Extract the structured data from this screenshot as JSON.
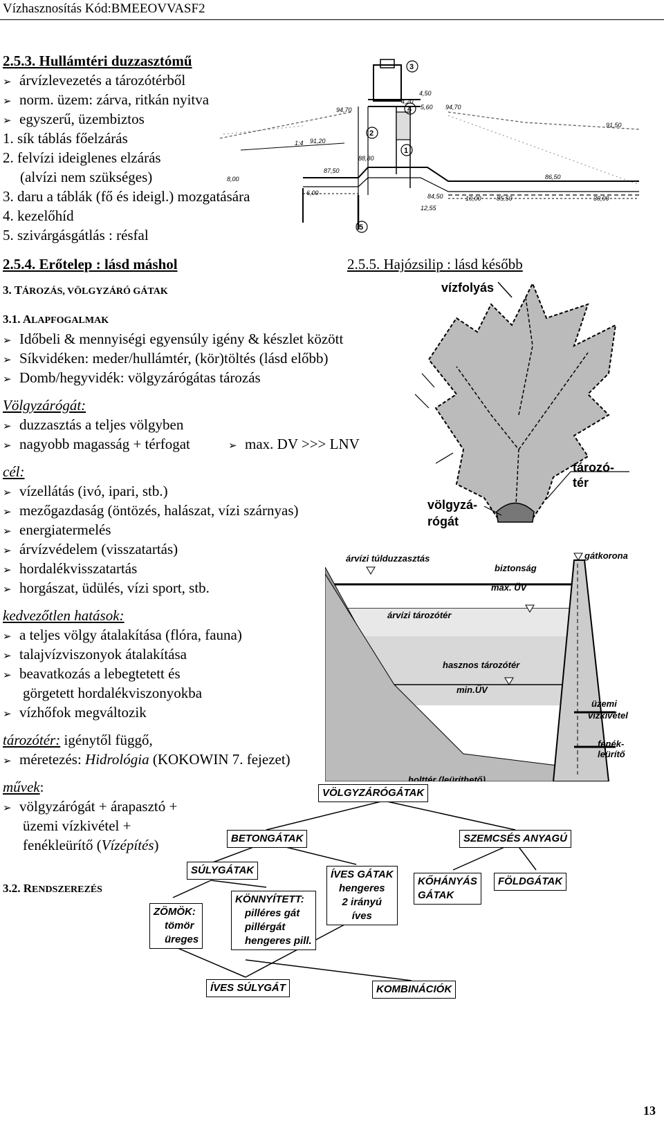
{
  "header": {
    "title": "Vízhasznosítás  Kód:BMEEOVVASF2"
  },
  "s253": {
    "heading": "2.5.3. Hullámtéri duzzasztómű",
    "bullets": [
      "árvízlevezetés a tározótérből",
      "norm. üzem: zárva, ritkán nyitva",
      "egyszerű, üzembiztos"
    ],
    "numbered": [
      "1. sík táblás főelzárás",
      "2. felvízi ideiglenes elzárás",
      "(alvízi nem szükséges)",
      "3. daru a táblák (fő és ideigl.) mozgatására",
      "4. kezelőhíd",
      "5. szivárgásgátlás : résfal"
    ]
  },
  "s254": {
    "heading": "2.5.4. Erőtelep : lásd máshol"
  },
  "s255": {
    "heading": "2.5.5. Hajózsilip : lásd később"
  },
  "s3": {
    "num": "3. ",
    "big": "T",
    "rest": "ÁROZÁS, VÖLGYZÁRÓ GÁTAK"
  },
  "s31": {
    "num": "3.1. ",
    "big": "A",
    "rest": "LAPFOGALMAK",
    "bullets": [
      "Időbeli & mennyiségi egyensúly igény & készlet között",
      "Síkvidéken: meder/hullámtér, (kör)töltés (lásd előbb)",
      "Domb/hegyvidék: völgyzárógátas tározás"
    ]
  },
  "volgyzarogat": {
    "label": "Völgyzárógát:",
    "bullets": [
      "duzzasztás a teljes völgyben",
      "nagyobb magasság + térfogat"
    ],
    "extra": "max. DV  >>> LNV"
  },
  "cel": {
    "label": "cél:",
    "bullets": [
      "vízellátás (ivó, ipari, stb.)",
      "mezőgazdaság (öntözés, halászat, vízi szárnyas)",
      "energiatermelés",
      "árvízvédelem (visszatartás)",
      "hordalékvisszatartás",
      "horgászat, üdülés, vízi sport, stb."
    ]
  },
  "hatasok": {
    "label": "kedvezőtlen hatások:",
    "bullets": [
      "a teljes völgy átalakítása (flóra, fauna)",
      "talajvízviszonyok átalakítása",
      "beavatkozás a lebegtetett és",
      "vízhőfok megváltozik"
    ],
    "cont": "görgetett hordalékviszonyokba"
  },
  "tarozoter": {
    "label": "tározótér:",
    "after": " igénytől függő,",
    "bullet_pre": "méretezés: ",
    "bullet_it": "Hidrológia",
    "bullet_post": " (KOKOWIN 7. fejezet)"
  },
  "muvek": {
    "label": "művek",
    "colon": ":",
    "line1": "völgyzárógát + árapasztó +",
    "line2": "üzemi vízkivétel +",
    "line3_pre": "fenékleürítő (",
    "line3_it": "Vízépítés",
    "line3_post": ")"
  },
  "s32": {
    "num": "3.2. ",
    "big": "R",
    "rest": "ENDSZEREZÉS"
  },
  "fig_weir": {
    "numbers": [
      "1",
      "2",
      "3",
      "4",
      "5"
    ],
    "dims": [
      "94,70",
      "91,20",
      "87,50",
      "88,80",
      "84,50",
      "86,50",
      "10,00",
      "85,50",
      "30,00",
      "91,50",
      "4,50",
      "4,20",
      "94,70",
      "5,60",
      "12,55",
      "6,00",
      "8,00",
      "1:4"
    ]
  },
  "fig_lake": {
    "vizfolyas": "vízfolyás",
    "tarozo1": "tározó-",
    "tarozo2": "tér",
    "volgy1": "völgyzá-",
    "volgy2": "rógát"
  },
  "fig_dam": {
    "labels": [
      "árvízi túlduzzasztás",
      "gátkorona",
      "biztonság",
      "max. ÜV",
      "árvízi tározótér",
      "hasznos tározótér",
      "min.ÜV",
      "üzemi",
      "vízkivétel",
      "fenék-",
      "leürítő",
      "holttér (leüríthető)"
    ]
  },
  "fig_tree": {
    "root": "VÖLGYZÁRÓGÁTAK",
    "beton": "BETONGÁTAK",
    "szemcses": "SZEMCSÉS ANYAGÚ",
    "suly": "SÚLYGÁTAK",
    "ives": [
      "ÍVES GÁTAK",
      "hengeres",
      "2 irányú",
      "íves"
    ],
    "kohanyas": [
      "KŐHÁNYÁS",
      "GÁTAK"
    ],
    "foldgatak": "FÖLDGÁTAK",
    "zomok": [
      "ZÖMÖK:",
      "tömör",
      "üreges"
    ],
    "konnyitett": [
      "KÖNNYÍTETT:",
      "pilléres gát",
      "pillérgát",
      "hengeres pill."
    ],
    "ivessuly": "ÍVES SÚLYGÁT",
    "kombinaciok": "KOMBINÁCIÓK"
  },
  "page": {
    "number": "13"
  }
}
